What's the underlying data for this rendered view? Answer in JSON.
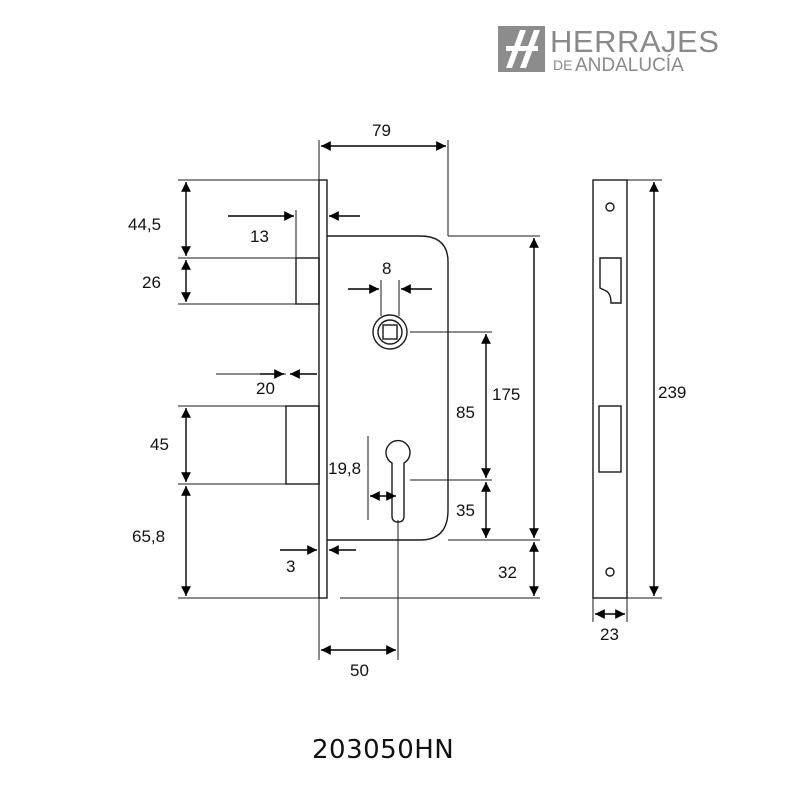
{
  "brand": {
    "name": "HERRAJES",
    "prefix": "DE",
    "region": "ANDALUCÍA",
    "color": "#8a8a8a"
  },
  "dimensions": {
    "width_top": "79",
    "top_to_latch": "44,5",
    "faceplate_offset": "13",
    "latch_height": "26",
    "spindle_size": "8",
    "bolt_throw": "20",
    "spindle_center_to_bottom": "175",
    "spindle_to_cylinder": "85",
    "bolt_height": "45",
    "cylinder_width": "19,8",
    "cylinder_height": "35",
    "bottom_to_bolt": "65,8",
    "faceplate_thickness": "3",
    "bottom_margin": "32",
    "backset": "50",
    "faceplate_length": "239",
    "faceplate_width": "23"
  },
  "product_code": "203050HN"
}
